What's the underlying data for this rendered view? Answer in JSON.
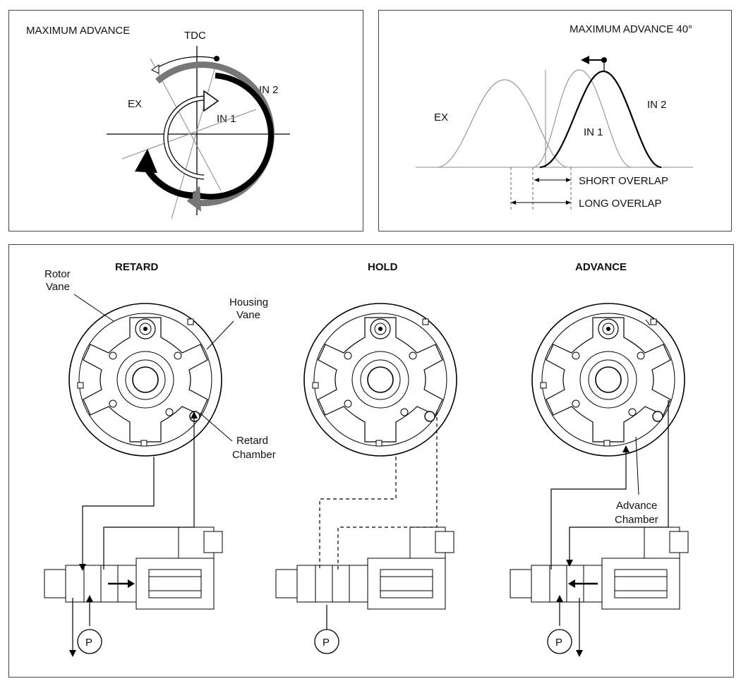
{
  "top_left": {
    "title": "MAXIMUM ADVANCE",
    "tdc": "TDC",
    "ex": "EX",
    "in1": "IN 1",
    "in2": "IN 2"
  },
  "top_right": {
    "title": "MAXIMUM ADVANCE 40°",
    "ex": "EX",
    "in1": "IN 1",
    "in2": "IN 2",
    "short_overlap": "SHORT OVERLAP",
    "long_overlap": "LONG OVERLAP"
  },
  "bottom": {
    "retard": "RETARD",
    "hold": "HOLD",
    "advance": "ADVANCE",
    "rotor_vane_1": "Rotor",
    "rotor_vane_2": "Vane",
    "housing_vane_1": "Housing",
    "housing_vane_2": "Vane",
    "retard_chamber_1": "Retard",
    "retard_chamber_2": "Chamber",
    "advance_chamber_1": "Advance",
    "advance_chamber_2": "Chamber",
    "pressure": "P"
  }
}
